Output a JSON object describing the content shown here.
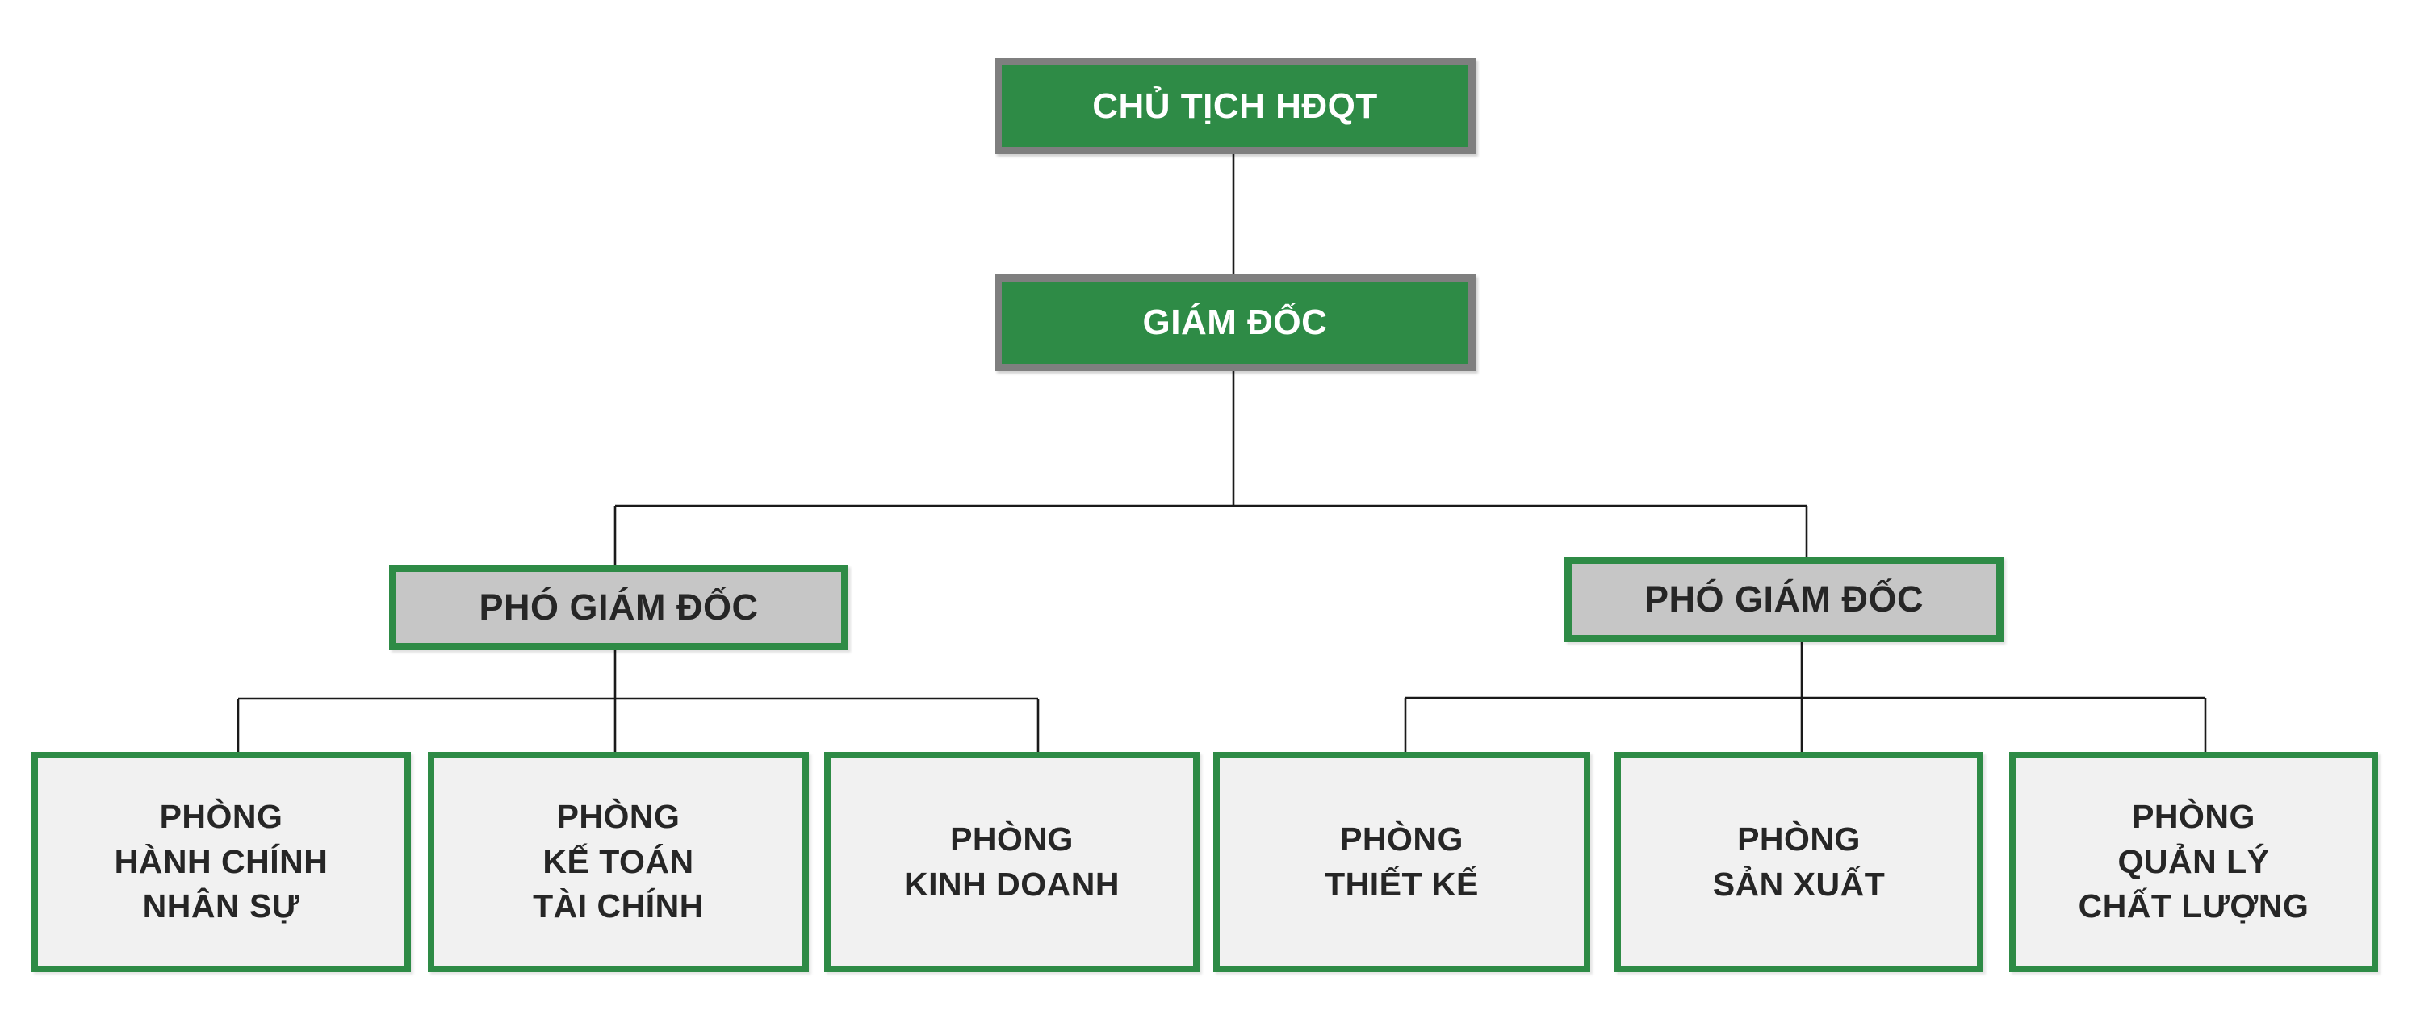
{
  "diagram": {
    "type": "org-chart",
    "nodes": {
      "chairman": {
        "label": "CHỦ TỊCH HĐQT"
      },
      "director": {
        "label": "GIÁM ĐỐC"
      },
      "deputy_left": {
        "label": "PHÓ GIÁM ĐỐC"
      },
      "deputy_right": {
        "label": "PHÓ GIÁM ĐỐC"
      },
      "dept1": {
        "label": "PHÒNG HÀNH CHÍNH NHÂN SỰ",
        "lines": [
          "PHÒNG",
          "HÀNH CHÍNH",
          "NHÂN SỰ"
        ]
      },
      "dept2": {
        "label": "PHÒNG KẾ TOÁN TÀI CHÍNH",
        "lines": [
          "PHÒNG",
          "KẾ TOÁN",
          "TÀI CHÍNH"
        ]
      },
      "dept3": {
        "label": "PHÒNG KINH DOANH",
        "lines": [
          "PHÒNG",
          "KINH DOANH"
        ]
      },
      "dept4": {
        "label": "PHÒNG THIẾT KẾ",
        "lines": [
          "PHÒNG",
          "THIẾT KẾ"
        ]
      },
      "dept5": {
        "label": "PHÒNG SẢN XUẤT",
        "lines": [
          "PHÒNG",
          "SẢN XUẤT"
        ]
      },
      "dept6": {
        "label": "PHÒNG QUẢN LÝ CHẤT LƯỢNG",
        "lines": [
          "PHÒNG",
          "QUẢN LÝ",
          "CHẤT LƯỢNG"
        ]
      }
    },
    "edges": [
      {
        "from": "chairman",
        "to": "director"
      },
      {
        "from": "director",
        "to": "deputy_left"
      },
      {
        "from": "director",
        "to": "deputy_right"
      },
      {
        "from": "deputy_left",
        "to": "dept1"
      },
      {
        "from": "deputy_left",
        "to": "dept2"
      },
      {
        "from": "deputy_left",
        "to": "dept3"
      },
      {
        "from": "deputy_right",
        "to": "dept4"
      },
      {
        "from": "deputy_right",
        "to": "dept5"
      },
      {
        "from": "deputy_right",
        "to": "dept6"
      }
    ],
    "colors": {
      "green": "#2e8b46",
      "border_gray": "#7f7f7f",
      "fill_gray": "#c6c6c6",
      "fill_light": "#f1f1f1",
      "text_dark": "#262626",
      "text_light": "#ffffff",
      "connector": "#1a1a1a",
      "background": "#ffffff"
    }
  }
}
